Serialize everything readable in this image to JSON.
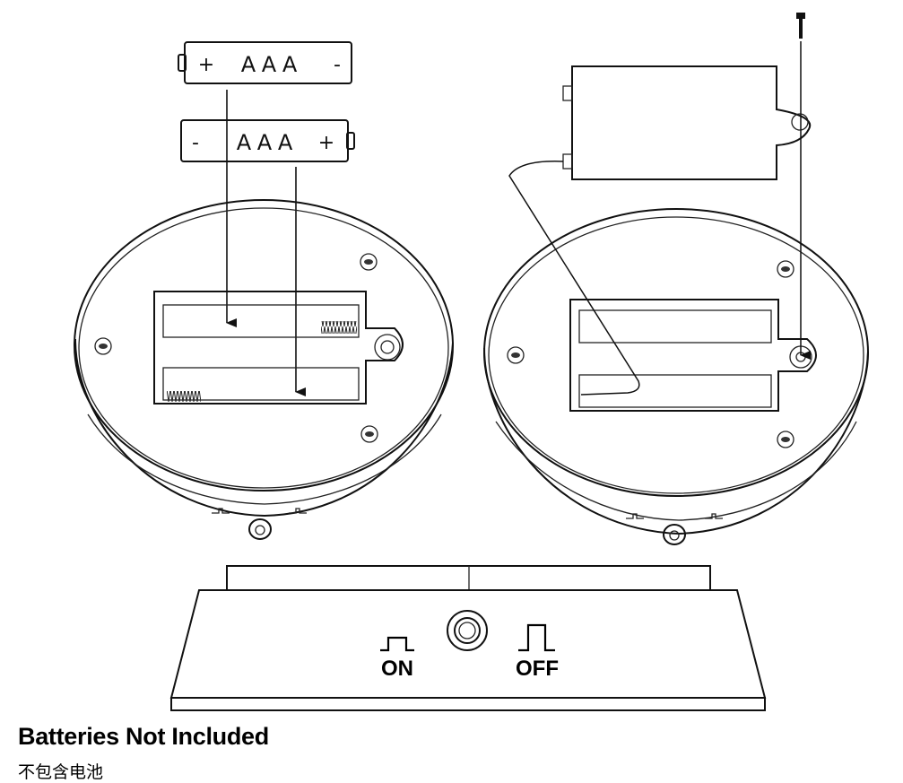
{
  "batteries": {
    "top_label": "AAA",
    "top_left_sign": "+",
    "top_right_sign": "-",
    "bottom_label": "AAA",
    "bottom_left_sign": "-",
    "bottom_right_sign": "+"
  },
  "switch": {
    "on_label": "ON",
    "off_label": "OFF"
  },
  "captions": {
    "english": "Batteries Not Included",
    "chinese": "不包含电池"
  }
}
